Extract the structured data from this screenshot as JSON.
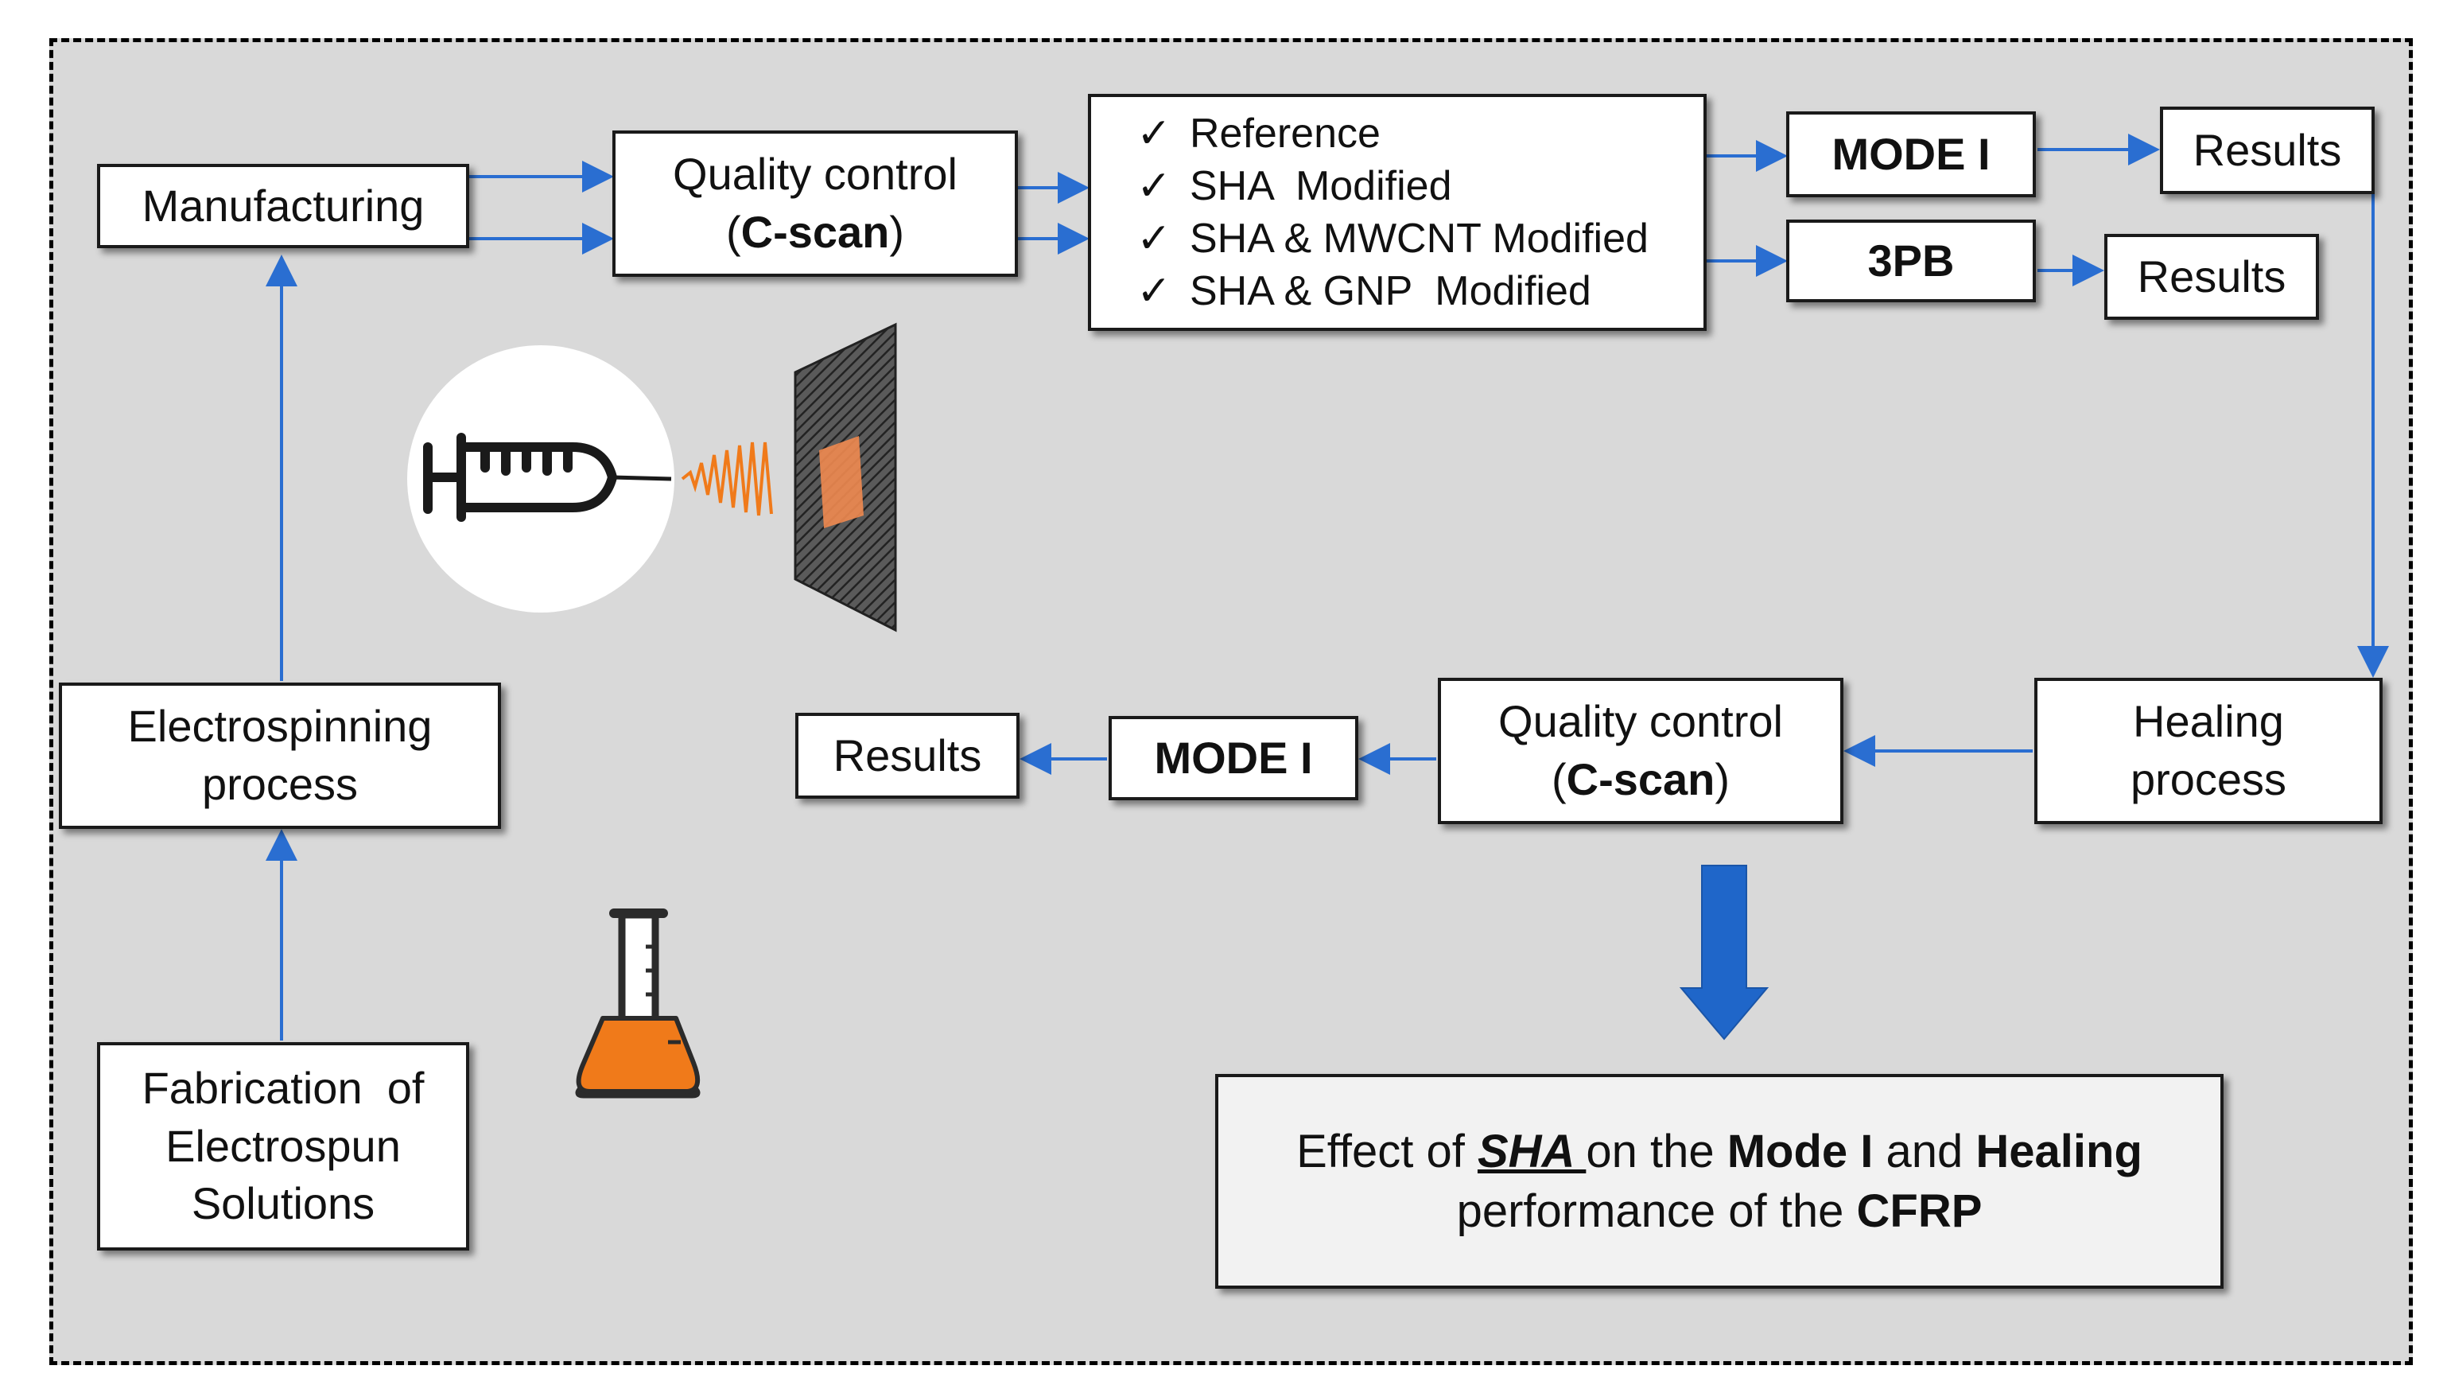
{
  "colors": {
    "arrow": "#2a6ed1",
    "big_arrow": "#1f66c9",
    "background": "#d9d9d9",
    "accent_orange": "#f07a1a"
  },
  "boxes": {
    "manufacturing": "Manufacturing",
    "qc_top_line1": "Quality control",
    "qc_top_line2_open": "(",
    "qc_top_line2_bold": "C-scan",
    "qc_top_line2_close": ")",
    "samples": {
      "check": "✓",
      "items": [
        "Reference",
        "SHA  Modified",
        "SHA & MWCNT Modified",
        "SHA & GNP  Modified"
      ]
    },
    "mode1_top": "MODE I",
    "threepb": "3PB",
    "results_1": "Results",
    "results_2": "Results",
    "electrospinning_line1": "Electrospinning",
    "electrospinning_line2": "process",
    "fabrication_line1": "Fabrication  of",
    "fabrication_line2": "Electrospun",
    "fabrication_line3": "Solutions",
    "healing_line1": "Healing",
    "healing_line2": "process",
    "qc_bottom_line1": "Quality control",
    "qc_bottom_line2_open": "(",
    "qc_bottom_line2_bold": "C-scan",
    "qc_bottom_line2_close": ")",
    "mode1_bottom": "MODE I",
    "results_3": "Results"
  },
  "conclusion": {
    "p1": "Effect of ",
    "sha": "SHA ",
    "p2": "on the ",
    "mode": "Mode I",
    "p3": " and ",
    "healing": "Healing",
    "line2_p1": "performance of the ",
    "cfrp": "CFRP"
  },
  "icons": [
    "syringe-icon",
    "electrospray-wave-icon",
    "collector-plate-icon",
    "flask-icon",
    "down-arrow-icon"
  ]
}
